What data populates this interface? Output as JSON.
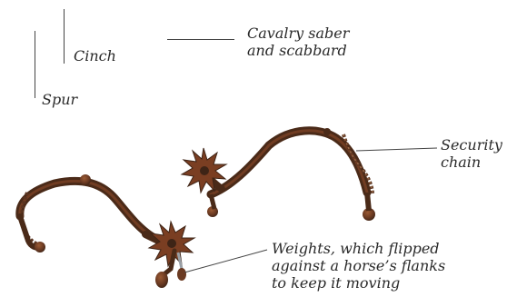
{
  "labels": {
    "cinch": "Cinch",
    "saber": "Cavalry saber\nand scabbard",
    "spur": "Spur",
    "chain": "Security\nchain",
    "weights": "Weights, which flipped\nagainst a horse’s flanks\nto keep it moving"
  },
  "colors": {
    "metal_dark": "#3e2416",
    "metal_mid": "#6b3a22",
    "rust": "#8a4a2a",
    "rowel": "#7a3e22",
    "leader": "#444444"
  },
  "illustration": "pair-of-rusted-cavalry-spurs"
}
